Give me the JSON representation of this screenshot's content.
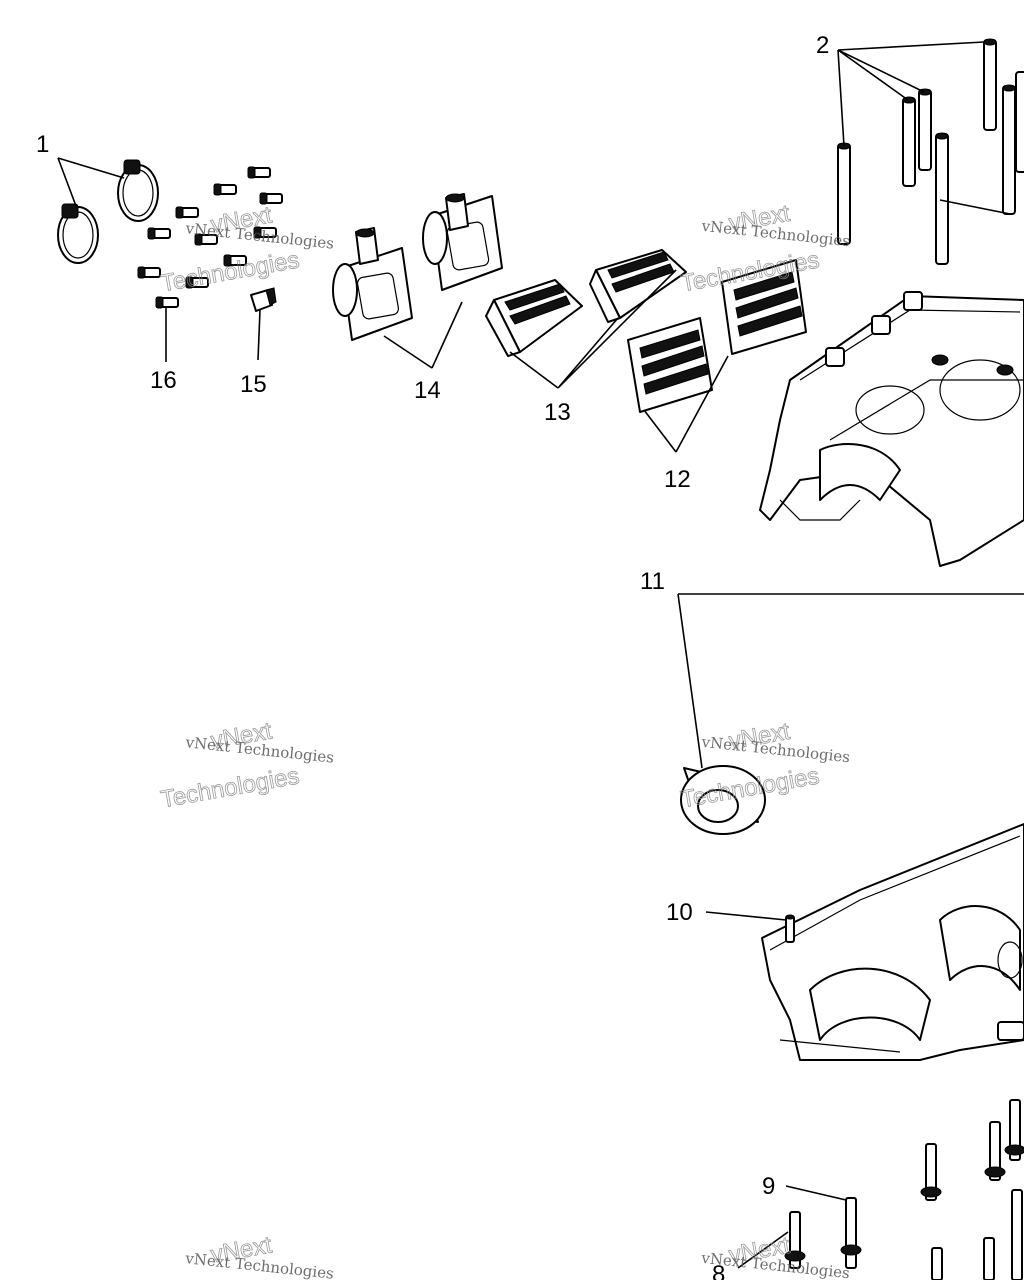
{
  "callouts": {
    "c1": "1",
    "c2": "2",
    "c8": "8",
    "c9": "9",
    "c10": "10",
    "c11": "11",
    "c12": "12",
    "c13": "13",
    "c14": "14",
    "c15": "15",
    "c16": "16"
  },
  "watermark": {
    "brand": "vNext Technologies",
    "big_top": "vNext",
    "big_bottom": "Technologies"
  }
}
